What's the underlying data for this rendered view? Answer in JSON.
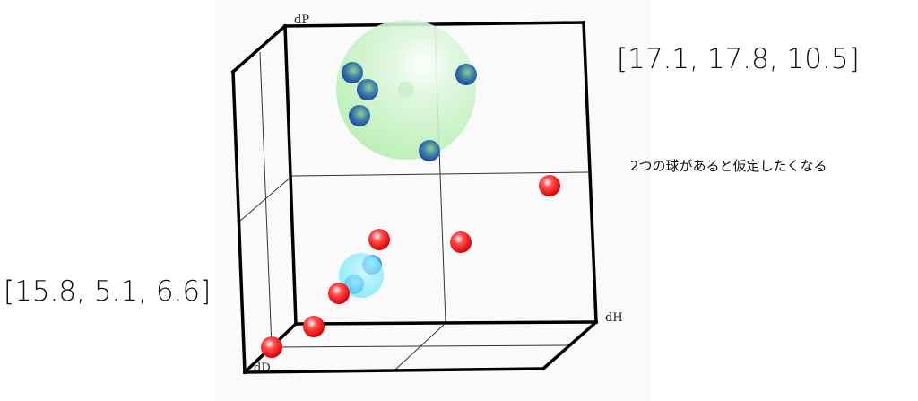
{
  "chart_data": {
    "type": "scatter3d",
    "axes": {
      "x": "dH",
      "y": "dP",
      "z": "dD"
    },
    "grid": true,
    "series": [
      {
        "name": "blue points",
        "color": "#2255bb",
        "count": 5
      },
      {
        "name": "cyan points",
        "color": "#3399ff",
        "count": 2
      },
      {
        "name": "red points",
        "color": "#ee1111",
        "count": 6
      }
    ],
    "spheres": [
      {
        "name": "green sphere",
        "color": "#90ee90",
        "center": [
          17.1,
          17.8,
          10.5
        ]
      },
      {
        "name": "cyan sphere",
        "color": "#00e5ff",
        "center": [
          15.8,
          5.1,
          6.6
        ]
      }
    ]
  },
  "annotations": {
    "sphere1_center": "[17.1, 17.8, 10.5]",
    "sphere2_center": "[15.8, 5.1, 6.6]",
    "note": "2つの球があると仮定したくなる"
  }
}
